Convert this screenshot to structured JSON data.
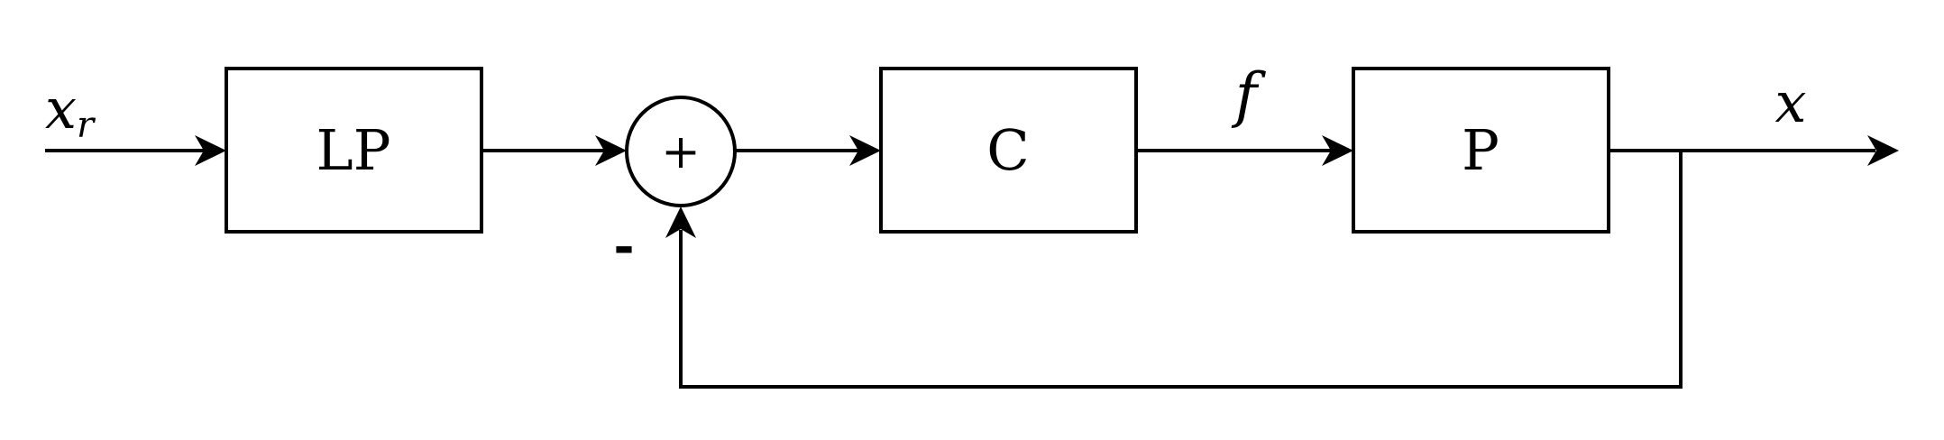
{
  "signals": {
    "input": "x",
    "input_subscript": "r",
    "control": "f",
    "output": "x"
  },
  "blocks": {
    "lowpass": "LP",
    "controller": "C",
    "plant": "P"
  },
  "summing_junction": {
    "symbol": "+",
    "feedback_sign": "-"
  }
}
